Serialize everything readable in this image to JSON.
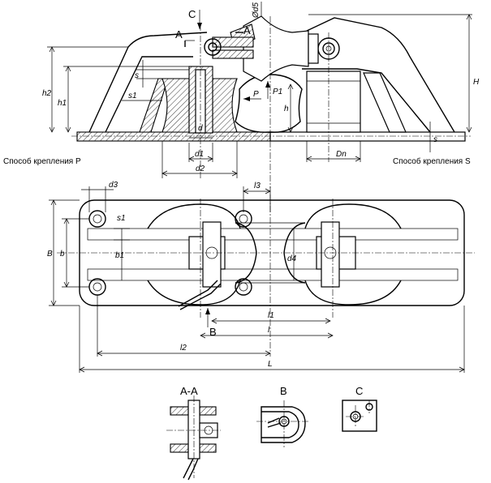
{
  "labels": {
    "section_a_marker": "A",
    "section_a_marker_right": "A",
    "view_c_marker": "C",
    "view_b_marker": "B",
    "dim_d5": "Ød5",
    "dim_h": "H",
    "dim_h1": "h1",
    "dim_h2": "h2",
    "dim_h_small": "h",
    "dim_s": "s",
    "dim_s_right": "s",
    "dim_s1": "s1",
    "dim_s1_plan": "s1",
    "dim_d": "d",
    "dim_d1": "d1",
    "dim_d2": "d2",
    "dim_d3": "d3",
    "dim_d4": "d4",
    "dim_Dn": "Dn",
    "force_P": "P",
    "force_P1": "P1",
    "dim_l3": "l3",
    "dim_B": "B",
    "dim_b": "b",
    "dim_b1": "b1",
    "dim_l1": "l1",
    "dim_l": "l",
    "dim_l2": "l2",
    "dim_L": "L"
  },
  "notes": {
    "mount_p": "Способ крепления Р",
    "mount_s": "Способ крепления S"
  },
  "captions": {
    "section_aa": "А-А",
    "view_b": "В",
    "view_c": "С"
  }
}
